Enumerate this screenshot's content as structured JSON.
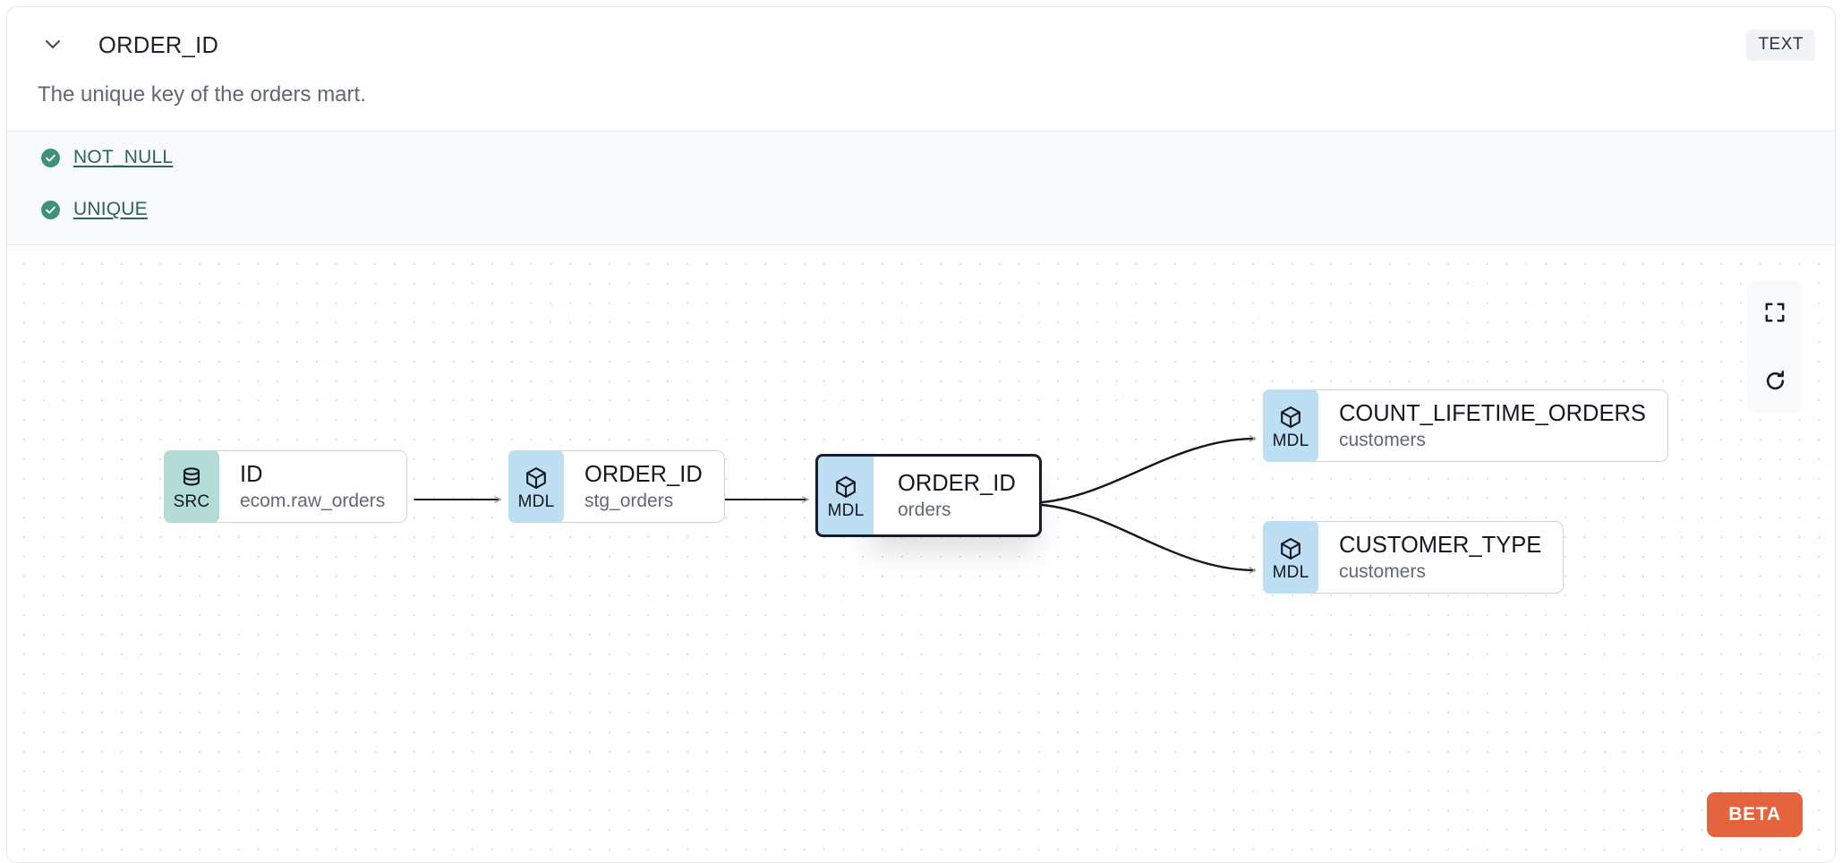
{
  "header": {
    "column_name": "ORDER_ID",
    "type_badge": "TEXT",
    "description": "The unique key of the orders mart.",
    "chevron_icon": "chevron-down-icon"
  },
  "tests": {
    "items": [
      {
        "label": "NOT_NULL",
        "status": "passed",
        "icon": "check-circle-icon"
      },
      {
        "label": "UNIQUE",
        "status": "passed",
        "icon": "check-circle-icon"
      }
    ]
  },
  "lineage": {
    "nodes": [
      {
        "id": "src-raw-orders",
        "badge": "SRC",
        "badge_icon": "database-icon",
        "title": "ID",
        "subtitle": "ecom.raw_orders",
        "selected": false
      },
      {
        "id": "mdl-stg-orders",
        "badge": "MDL",
        "badge_icon": "cube-icon",
        "title": "ORDER_ID",
        "subtitle": "stg_orders",
        "selected": false
      },
      {
        "id": "mdl-orders",
        "badge": "MDL",
        "badge_icon": "cube-icon",
        "title": "ORDER_ID",
        "subtitle": "orders",
        "selected": true
      },
      {
        "id": "mdl-count-lifetime-orders",
        "badge": "MDL",
        "badge_icon": "cube-icon",
        "title": "COUNT_LIFETIME_ORDERS",
        "subtitle": "customers",
        "selected": false
      },
      {
        "id": "mdl-customer-type",
        "badge": "MDL",
        "badge_icon": "cube-icon",
        "title": "CUSTOMER_TYPE",
        "subtitle": "customers",
        "selected": false
      }
    ],
    "edges": [
      {
        "from": "src-raw-orders",
        "to": "mdl-stg-orders"
      },
      {
        "from": "mdl-stg-orders",
        "to": "mdl-orders"
      },
      {
        "from": "mdl-orders",
        "to": "mdl-count-lifetime-orders"
      },
      {
        "from": "mdl-orders",
        "to": "mdl-customer-type"
      }
    ],
    "controls": [
      {
        "name": "fit-view-button",
        "icon": "fit-screen-icon"
      },
      {
        "name": "reset-button",
        "icon": "refresh-icon"
      }
    ],
    "beta_label": "BETA"
  },
  "colors": {
    "src_badge": "#b4dcd7",
    "mdl_badge": "#bedef3",
    "test_pass": "#3f9278",
    "test_link": "#2c6455",
    "beta": "#e3643d",
    "selected_border": "#171d2a"
  }
}
